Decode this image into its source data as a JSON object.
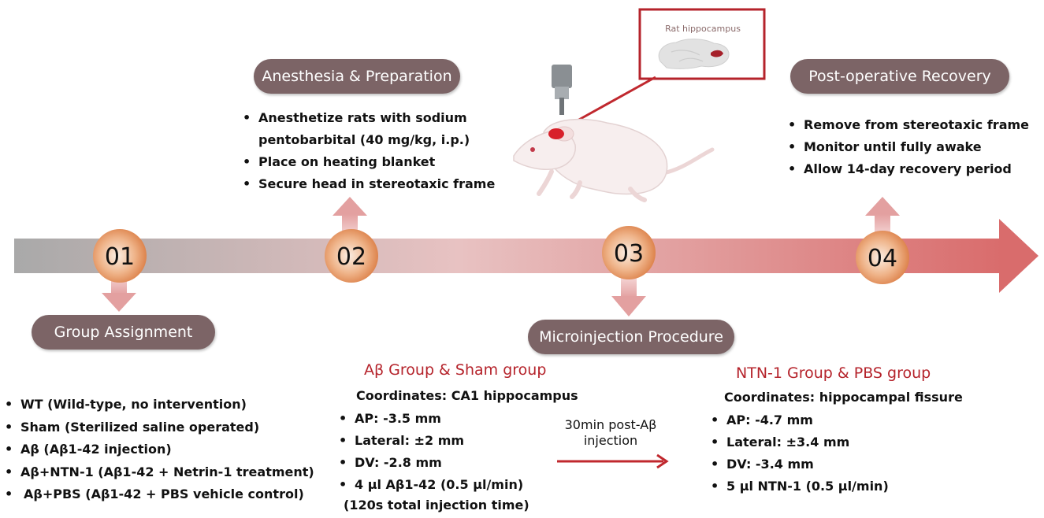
{
  "steps": [
    {
      "number": "01",
      "title": "Group Assignment"
    },
    {
      "number": "02",
      "title": "Anesthesia & Preparation"
    },
    {
      "number": "03",
      "title": "Microinjection Procedure"
    },
    {
      "number": "04",
      "title": "Post-operative Recovery"
    }
  ],
  "anesthesia": {
    "items": [
      "Anesthetize rats with sodium",
      "pentobarbital (40 mg/kg, i.p.)",
      "Place on heating blanket",
      "Secure head in stereotaxic frame"
    ]
  },
  "recovery": {
    "items": [
      "Remove from stereotaxic frame",
      "Monitor until fully awake",
      "Allow 14-day recovery period"
    ]
  },
  "groups": {
    "items": [
      "WT (Wild-type, no intervention)",
      "Sham (Sterilized saline operated)",
      "Aβ (Aβ1-42 injection)",
      "Aβ+NTN-1 (Aβ1-42 + Netrin-1 treatment)",
      "Aβ+PBS (Aβ1-42 + PBS vehicle control)"
    ]
  },
  "abeta_group": {
    "title": "Aβ Group & Sham group",
    "coordinates": "Coordinates:  CA1 hippocampus",
    "items": [
      "AP: -3.5 mm",
      "Lateral: ±2 mm",
      "DV: -2.8 mm",
      "4 μl Aβ1-42 (0.5 μl/min)"
    ],
    "note": "(120s total injection time)"
  },
  "ntn_group": {
    "title": "NTN-1 Group & PBS group",
    "coordinates": "Coordinates:  hippocampal fissure",
    "items": [
      "AP: -4.7 mm",
      "Lateral: ±3.4 mm",
      "DV: -3.4 mm",
      "5 μl NTN-1 (0.5 μl/min)"
    ]
  },
  "transition": {
    "line1": "30min post-Aβ",
    "line2": "injection"
  },
  "inset": {
    "label": "Rat hippocampus"
  },
  "colors": {
    "pill": "#7c6466",
    "accent_red": "#b5232b",
    "circle": "#e0905e"
  }
}
